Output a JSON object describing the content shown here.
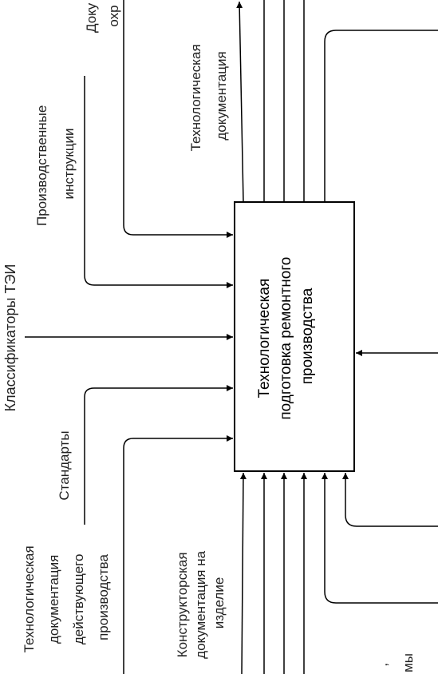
{
  "diagram": {
    "box_title": [
      "Технологическая",
      "подготовка ремонтного",
      "производства"
    ],
    "labels": {
      "production_instructions": [
        "Производственные",
        "инструкции"
      ],
      "tei_classifiers": [
        "Классификаторы ТЭИ"
      ],
      "standards": [
        "Стандарты"
      ],
      "existing_production_docs": [
        "Технологическая",
        "документация",
        "действующего",
        "производства"
      ],
      "design_docs": [
        "Конструкторская",
        "документация на",
        "изделие"
      ],
      "output_tech_docs": [
        "Технологическая",
        "документация"
      ],
      "top_right_partial": [
        "Доку",
        "охр"
      ],
      "bottom_right_partial": [
        "мы",
        ","
      ]
    }
  }
}
